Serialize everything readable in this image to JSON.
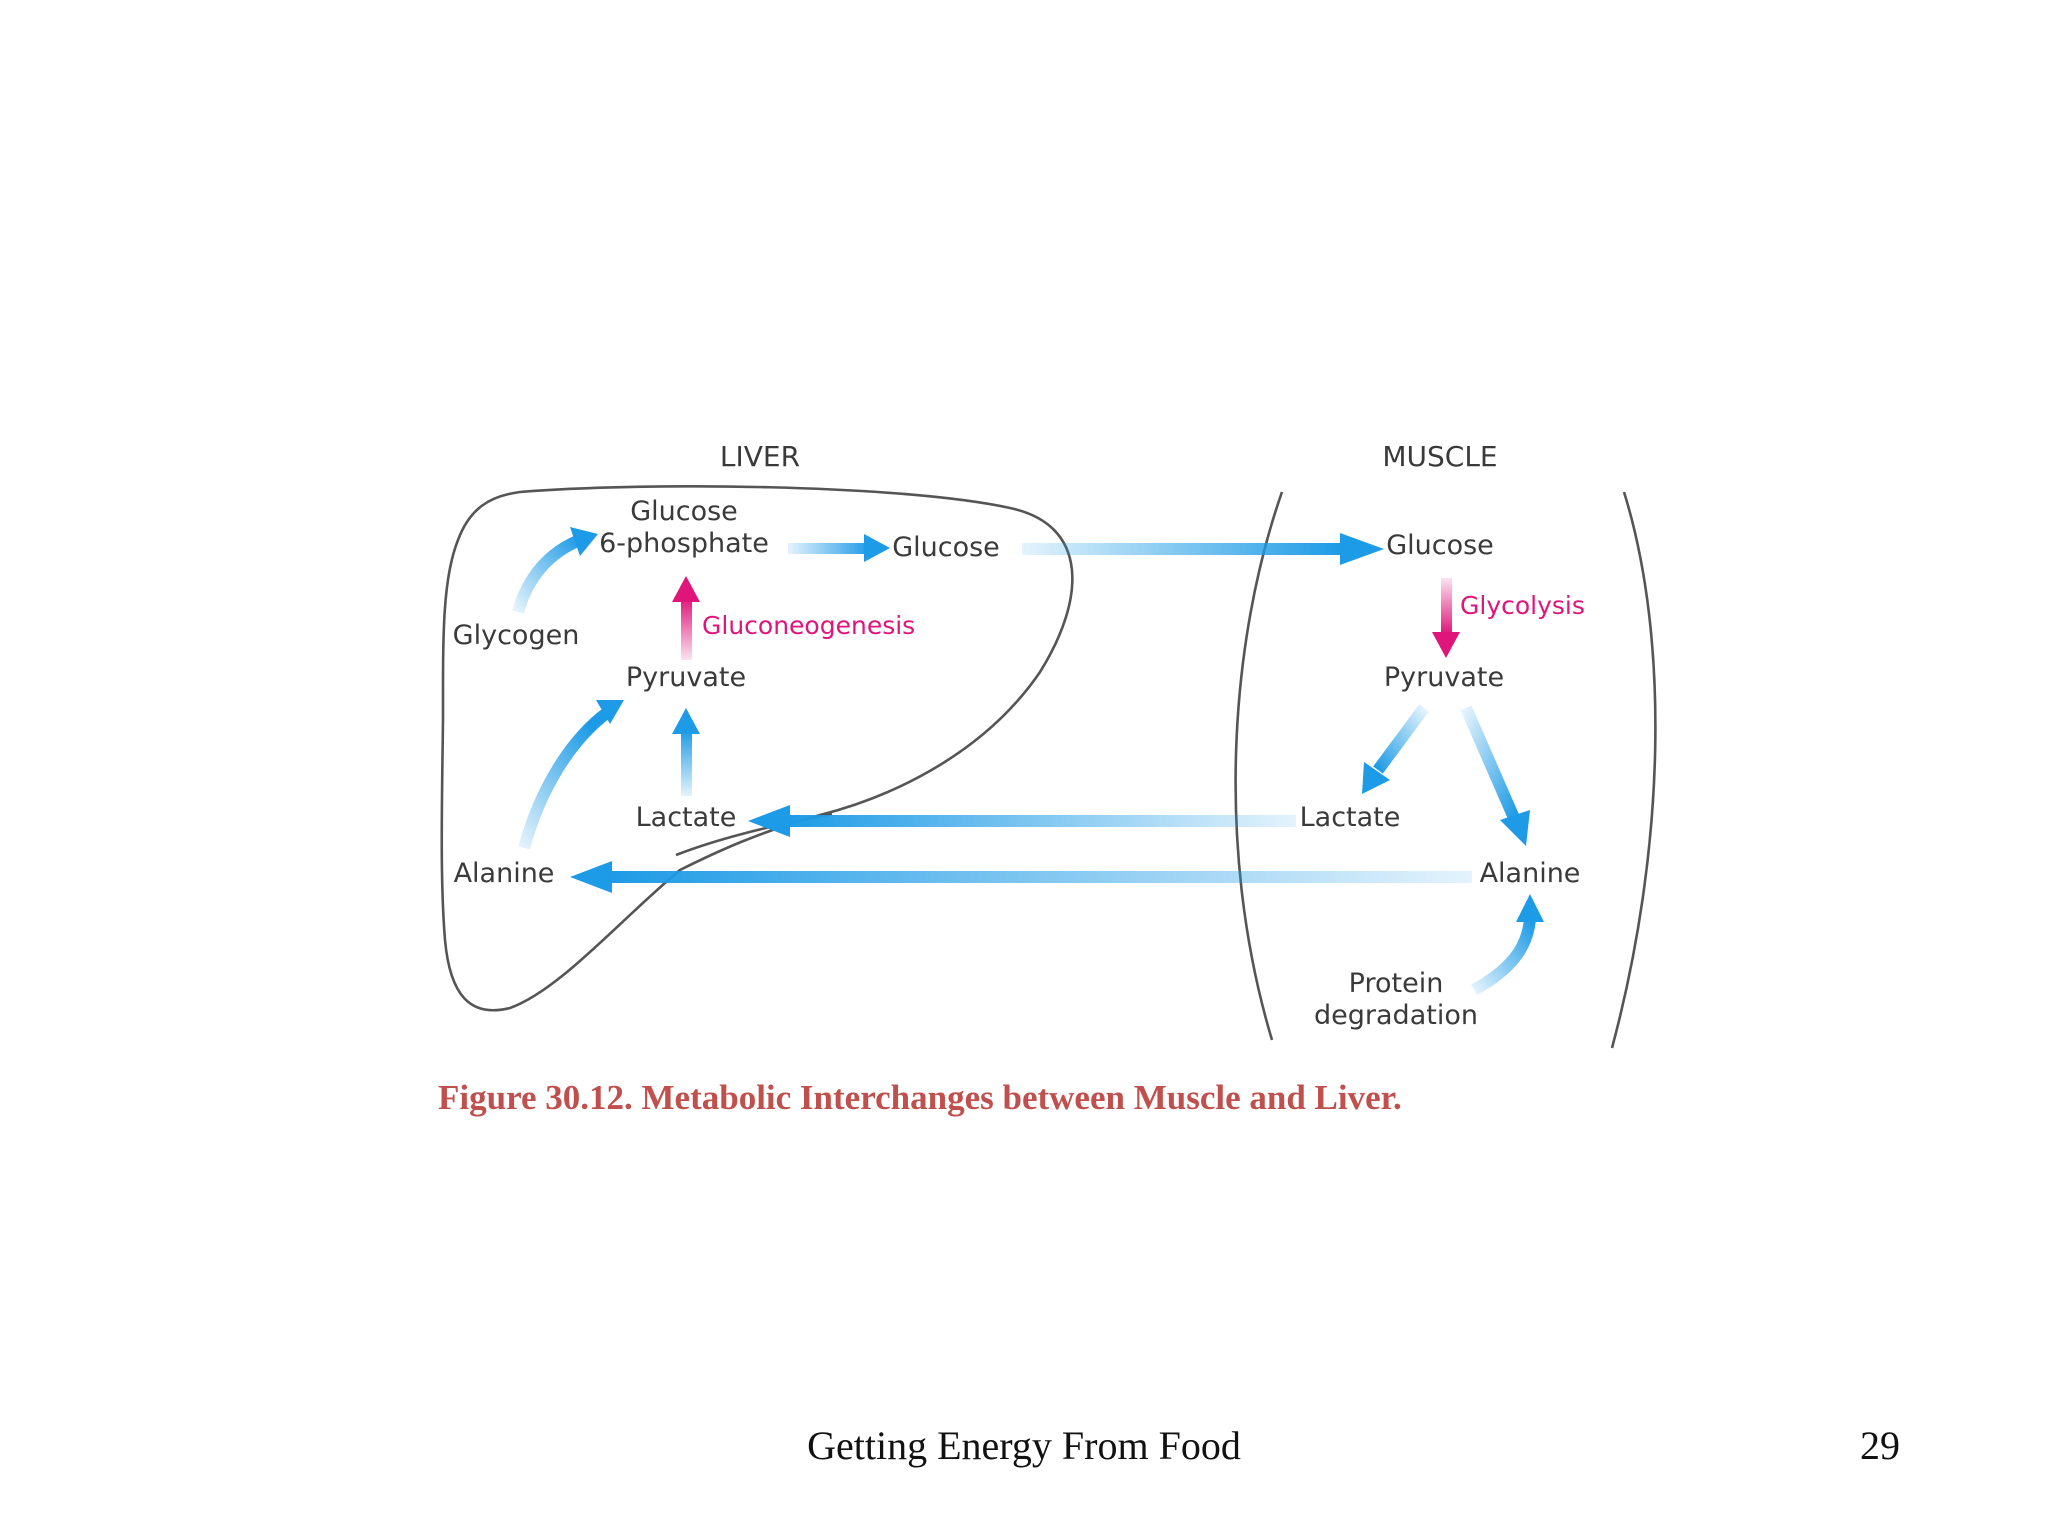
{
  "diagram": {
    "liver_header": "LIVER",
    "muscle_header": "MUSCLE",
    "liver": {
      "glucose6p_line1": "Glucose",
      "glucose6p_line2": "6-phosphate",
      "glucose": "Glucose",
      "glycogen": "Glycogen",
      "gluconeogenesis": "Gluconeogenesis",
      "pyruvate": "Pyruvate",
      "lactate": "Lactate",
      "alanine": "Alanine"
    },
    "muscle": {
      "glucose": "Glucose",
      "glycolysis": "Glycolysis",
      "pyruvate": "Pyruvate",
      "lactate": "Lactate",
      "alanine": "Alanine",
      "protein_line1": "Protein",
      "protein_line2": "degradation"
    },
    "colors": {
      "blue_arrow": "#1e9be6",
      "pink_arrow": "#e0157b",
      "outline": "#555555",
      "caption": "#c0504d"
    }
  },
  "caption": "Figure 30.12. Metabolic Interchanges between Muscle and Liver.",
  "footer": {
    "title": "Getting Energy From Food",
    "page_number": "29"
  }
}
